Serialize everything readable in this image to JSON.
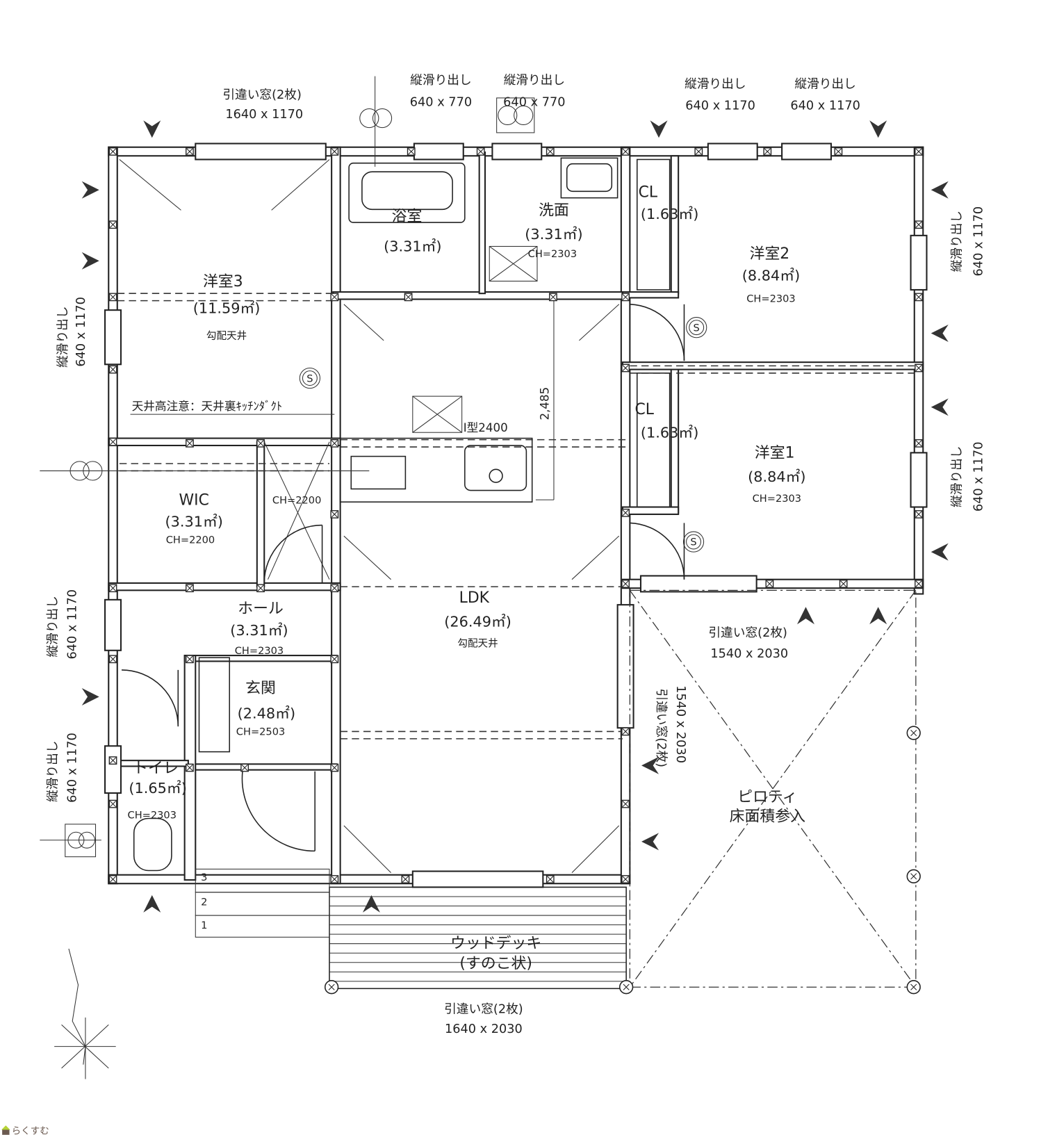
{
  "rooms": {
    "youshitsu3": {
      "name": "洋室3",
      "area": "(11.59㎡)",
      "note": "勾配天井"
    },
    "bath": {
      "name": "浴室",
      "area": "(3.31㎡)"
    },
    "washroom": {
      "name": "洗面",
      "area": "(3.31㎡)",
      "ch": "CH=2303"
    },
    "cl_upper": {
      "name": "CL",
      "area": "(1.63㎡)"
    },
    "youshitsu2": {
      "name": "洋室2",
      "area": "(8.84㎡)",
      "ch": "CH=2303"
    },
    "cl_lower": {
      "name": "CL",
      "area": "(1.63㎡)"
    },
    "youshitsu1": {
      "name": "洋室1",
      "area": "(8.84㎡)",
      "ch": "CH=2303"
    },
    "wic": {
      "name": "WIC",
      "area": "(3.31㎡)",
      "ch": "CH=2200",
      "ch2": "CH=2200"
    },
    "hall": {
      "name": "ホール",
      "area": "(3.31㎡)",
      "ch": "CH=2303"
    },
    "ldk": {
      "name": "LDK",
      "area": "(26.49㎡)",
      "note": "勾配天井"
    },
    "genkan": {
      "name": "玄関",
      "area": "(2.48㎡)",
      "ch": "CH=2503"
    },
    "toilet": {
      "name": "トイレ",
      "area": "(1.65㎡)",
      "ch": "CH=2303"
    },
    "piloti": {
      "name": "ピロティ",
      "note": "床面積参入"
    },
    "wooddeck": {
      "name": "ウッドデッキ",
      "note": "(すのこ状)"
    }
  },
  "notes": {
    "ceiling_warning": "天井高注意：天井裏ｷｯﾁﾝﾀﾞｸﾄ",
    "kitchen": "I型2400",
    "dimension": "2,485"
  },
  "windows": {
    "top_left": {
      "type": "引違い窓(2枚)",
      "size": "1640 x 1170"
    },
    "top_bath": {
      "type": "縦滑り出し",
      "size": "640 x 770"
    },
    "top_wash": {
      "type": "縦滑り出し",
      "size": "640 x 770"
    },
    "top_cl": {
      "type": "縦滑り出し",
      "size": "640 x 1170"
    },
    "top_right": {
      "type": "縦滑り出し",
      "size": "640 x 1170"
    },
    "right_upper": {
      "type": "縦滑り出し",
      "size": "640 x 1170"
    },
    "right_lower": {
      "type": "縦滑り出し",
      "size": "640 x 1170"
    },
    "left_upper": {
      "type": "縦滑り出し",
      "size": "640 x 1170"
    },
    "left_middle": {
      "type": "縦滑り出し",
      "size": "640 x 1170"
    },
    "left_lower": {
      "type": "縦滑り出し",
      "size": "640 x 1170"
    },
    "bedroom1_south": {
      "type": "引違い窓(2枚)",
      "size": "1540 x 2030"
    },
    "ldk_east": {
      "type": "引違い窓(2枚)",
      "size": "1540 x 2030"
    },
    "ldk_south": {
      "type": "引違い窓(2枚)",
      "size": "1640 x 2030"
    }
  },
  "stairs": [
    "3",
    "2",
    "1"
  ],
  "symbols": {
    "switch": "S"
  },
  "logo": "らくすむ"
}
